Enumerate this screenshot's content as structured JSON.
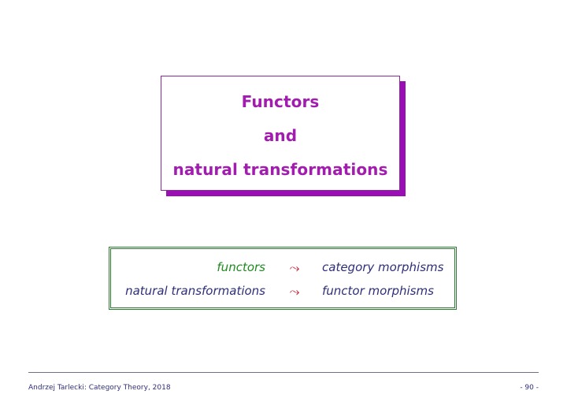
{
  "slide": {
    "title_lines": [
      "Functors",
      "and",
      "natural transformations"
    ],
    "mapping": [
      {
        "left": "functors",
        "arrow": "⤳",
        "right": "category morphisms"
      },
      {
        "left": "natural transformations",
        "arrow": "⤳",
        "right": "functor morphisms"
      }
    ]
  },
  "footer": {
    "author": "Andrzej Tarlecki: Category Theory, 2018",
    "page": "- 90 -"
  },
  "colors": {
    "title": "#a21caf",
    "shadow": "#9a0fb4",
    "box_border": "#2e7d32",
    "functors_text": "#1e8a1e",
    "body_text": "#2e2e7a",
    "arrow": "#c0182a"
  }
}
